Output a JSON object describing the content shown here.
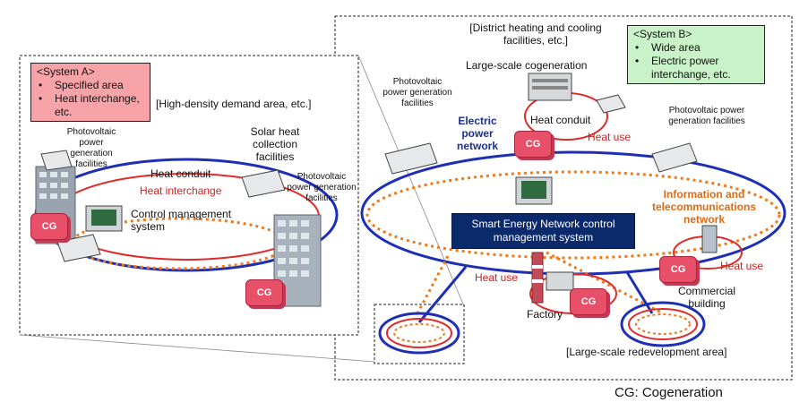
{
  "system_a": {
    "title": "<System A>",
    "items": [
      "Specified area",
      "Heat interchange, etc."
    ],
    "bg_color": "#f7a3a8"
  },
  "system_b": {
    "title": "<System B>",
    "items": [
      "Wide area",
      "Electric power interchange, etc."
    ],
    "bg_color": "#c9f2c8"
  },
  "left": {
    "area_label": "[High-density demand area, etc.]",
    "pv_left": "Photovoltaic power generation facilities",
    "solar_heat": "Solar heat collection facilities",
    "pv_right": "Photovoltaic power generation facilities",
    "heat_conduit": "Heat conduit",
    "heat_interchange": "Heat interchange",
    "control_system": "Control management system",
    "cg": "CG"
  },
  "right": {
    "district": "[District heating and cooling facilities, etc.]",
    "cogeneration": "Large-scale cogeneration",
    "pv_top_left": "Photovoltaic power generation facilities",
    "electric_network": "Electric power network",
    "heat_conduit": "Heat conduit",
    "heat_use_top": "Heat use",
    "pv_right": "Photovoltaic power generation facilities",
    "telecom_network": "Information and telecommunications network",
    "center_system": "Smart Energy Network control management system",
    "heat_use_left": "Heat use",
    "heat_use_right": "Heat use",
    "factory": "Factory",
    "commercial": "Commercial building",
    "redevelopment": "[Large-scale redevelopment area]",
    "cg": "CG"
  },
  "footer": {
    "legend": "CG: Cogeneration"
  },
  "colors": {
    "electric": "#1f2fb5",
    "heat": "#e02a2a",
    "telecom": "#ee7a1c",
    "center_box": "#0b2a6b"
  }
}
